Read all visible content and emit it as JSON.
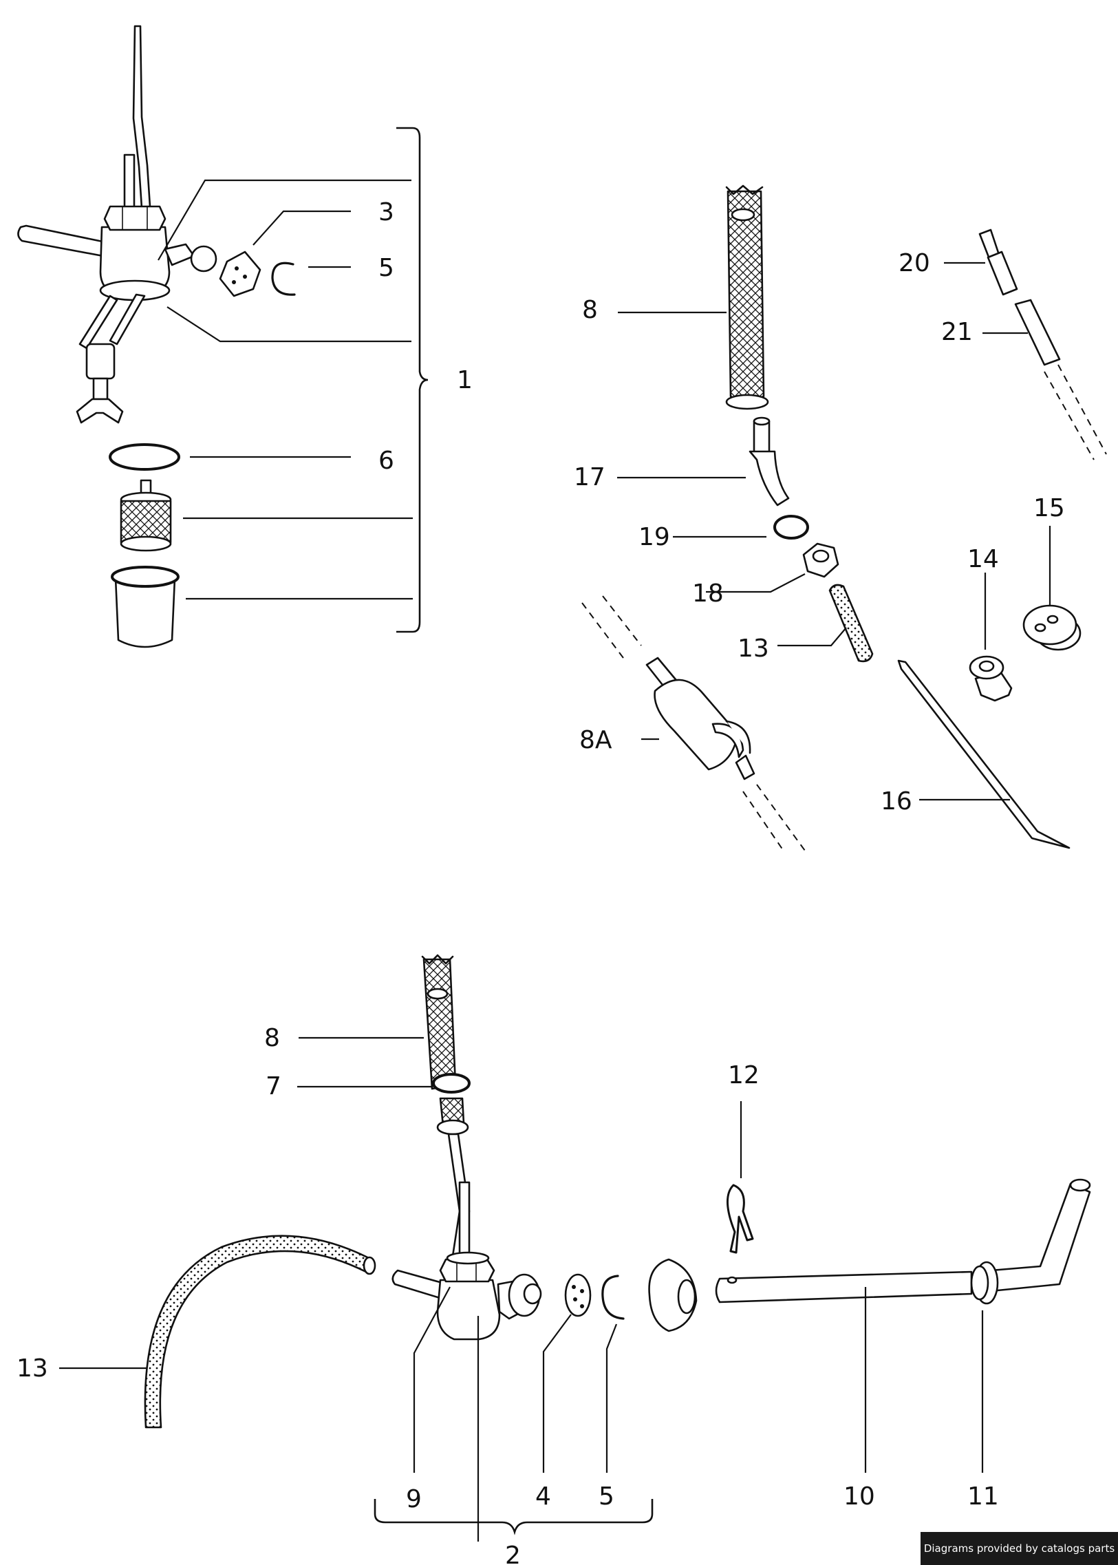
{
  "diagram": {
    "callouts": {
      "c1": "1",
      "c2": "2",
      "c3": "3",
      "c4": "4",
      "c5a": "5",
      "c5b": "5",
      "c6": "6",
      "c7": "7",
      "c8a": "8",
      "c8b": "8",
      "c8A": "8A",
      "c9": "9",
      "c10": "10",
      "c11": "11",
      "c12": "12",
      "c13a": "13",
      "c13b": "13",
      "c14": "14",
      "c15": "15",
      "c16": "16",
      "c17": "17",
      "c18": "18",
      "c19": "19",
      "c20": "20",
      "c21": "21"
    }
  },
  "footer": {
    "watermark": "Diagrams provided by catalogs parts"
  }
}
